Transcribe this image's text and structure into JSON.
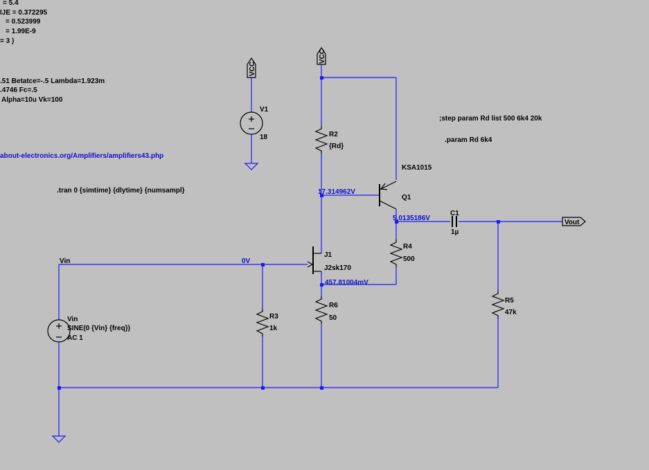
{
  "model_params": [
    "= 5.4",
    "IJE    = 0.372295",
    "= 0.523999",
    "= 1.99E-9",
    "= 3              )"
  ],
  "model_params2": [
    ".51 Betatce=-.5 Lambda=1.923m",
    ".4746 Fc=.5",
    "Alpha=10u Vk=100"
  ],
  "url_comment": "about-electronics.org/Amplifiers/amplifiers43.php",
  "tran_directive": ".tran 0 {simtime} {dlytime} {numsampl}",
  "step_directive": ";step param Rd list 500 6k4 20k",
  "param_directive": ".param Rd 6k4",
  "vcc_label": "VCC",
  "vout_label": "Vout",
  "vin_net_label": "Vin",
  "components": {
    "v1": {
      "name": "V1",
      "value": "18"
    },
    "r2": {
      "name": "R2",
      "value": "{Rd}"
    },
    "q1": {
      "name": "Q1",
      "model": "KSA1015"
    },
    "c1": {
      "name": "C1",
      "value": "1µ"
    },
    "r4": {
      "name": "R4",
      "value": "500"
    },
    "j1": {
      "name": "J1",
      "model": "J2sk170"
    },
    "r5": {
      "name": "R5",
      "value": "47k"
    },
    "r6": {
      "name": "R6",
      "value": "50"
    },
    "r3": {
      "name": "R3",
      "value": "1k"
    },
    "vin": {
      "name": "Vin",
      "value1": "SINE(0 {Vin} {freq})",
      "value2": "AC 1"
    }
  },
  "voltages": {
    "drain": "17.314962V",
    "emitter": "5.0135186V",
    "gate": "0V",
    "source": "457.81004mV"
  },
  "colors": {
    "background": "#c0c0c0",
    "wire": "#1a1aff",
    "component": "#000000",
    "annotation": "#1010c8"
  }
}
